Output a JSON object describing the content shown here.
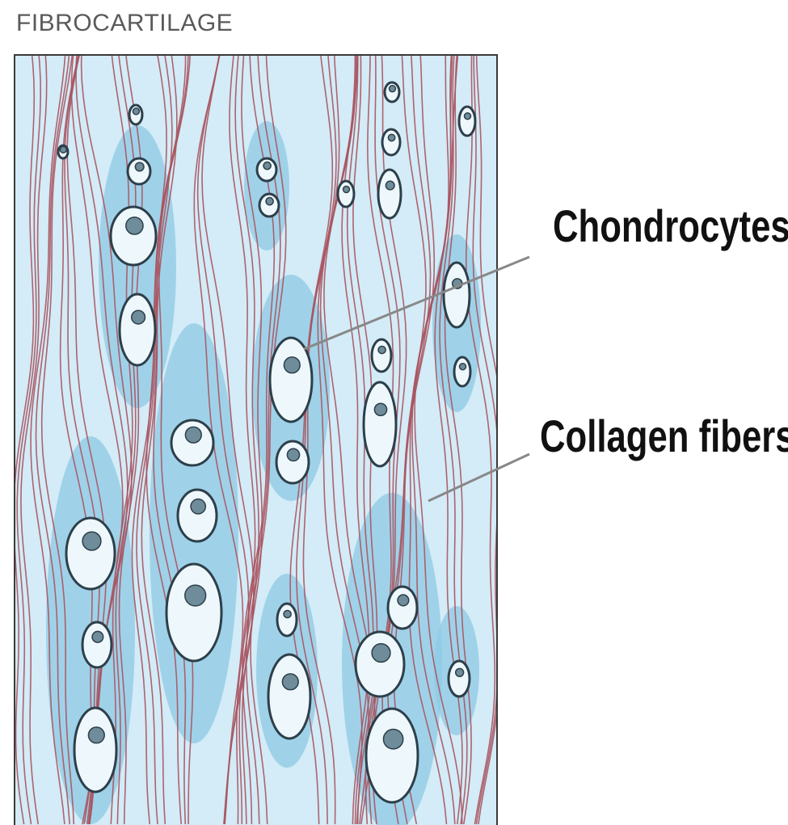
{
  "diagram": {
    "title": "FIBROCARTILAGE",
    "labels": {
      "chondrocytes": "Chondrocytes",
      "collagen_fibers": "Collagen fibers"
    },
    "colors": {
      "matrix": "#d3ecf7",
      "territorial_matrix": "#8ec9e4",
      "fiber": "#a8545f",
      "cell_outline": "#2d3f4a",
      "cell_fill": "#eef8fc",
      "nucleus": "#6e8c99",
      "leader_line": "#888888"
    }
  }
}
